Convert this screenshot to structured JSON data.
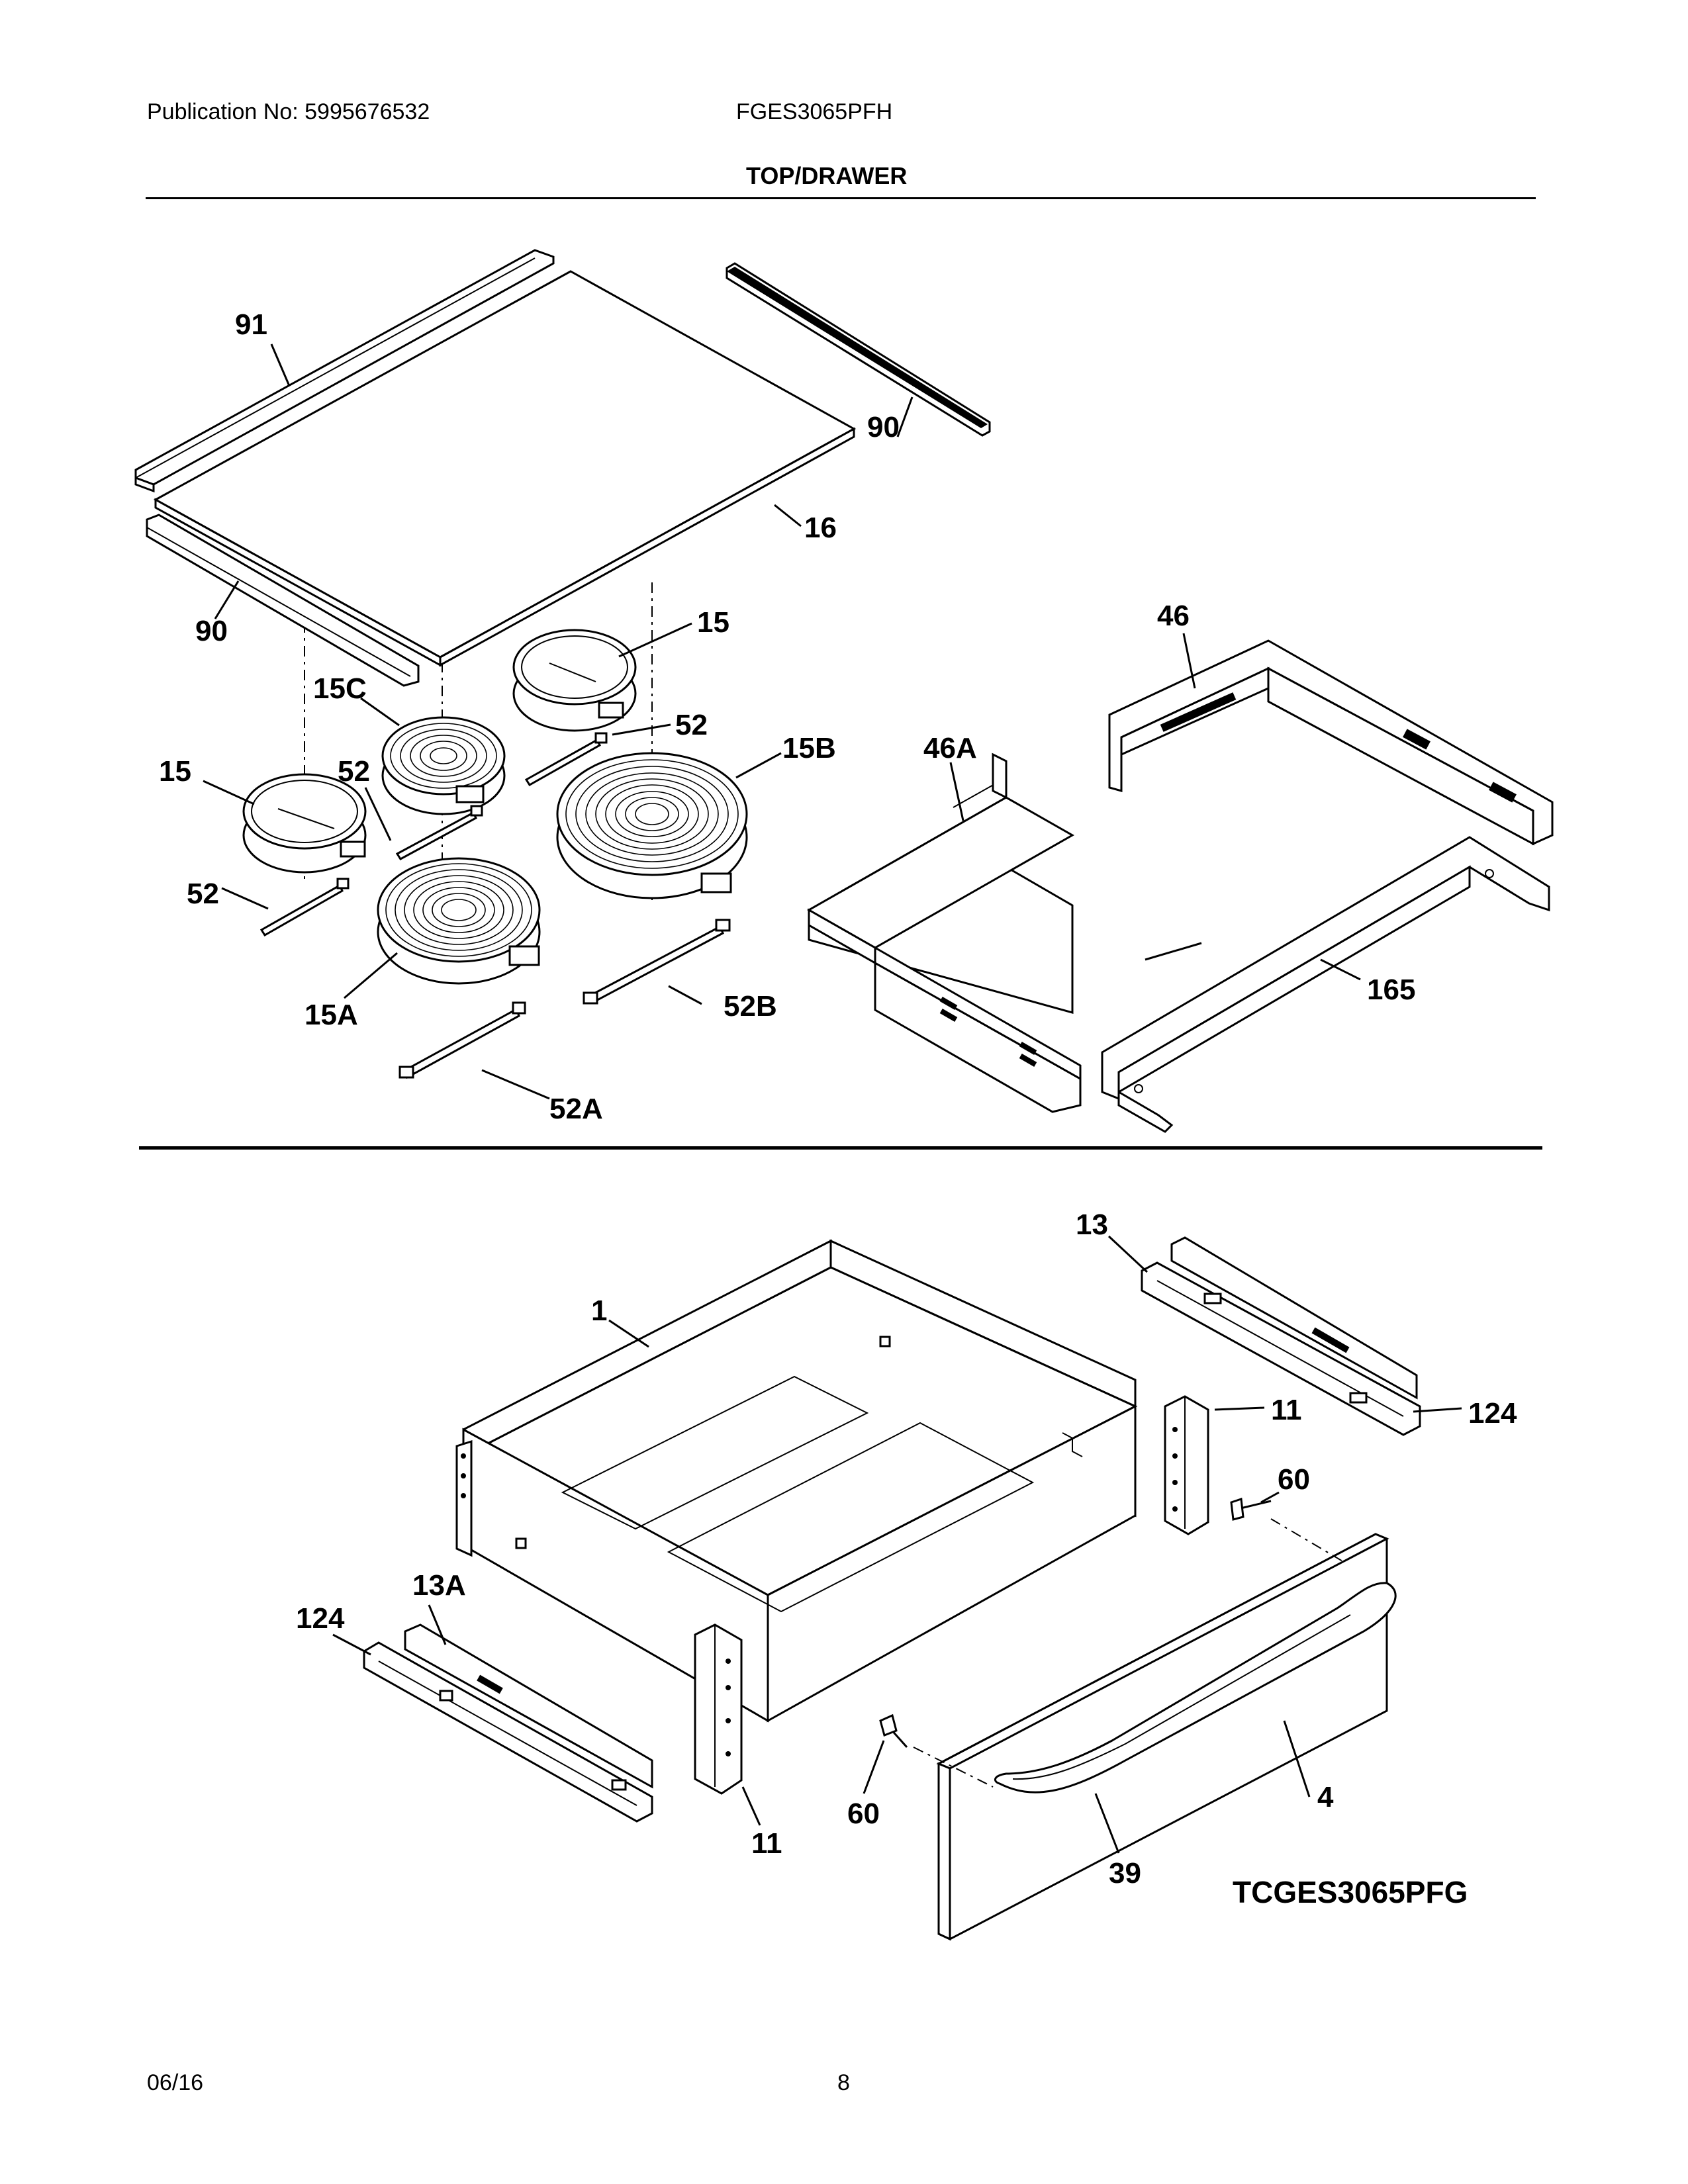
{
  "header": {
    "publication": "Publication No: 5995676532",
    "model": "FGES3065PFH",
    "section_title": "TOP/DRAWER"
  },
  "top_labels": {
    "l91": "91",
    "l90a": "90",
    "l90b": "90",
    "l16": "16",
    "l15a": "15",
    "l15b": "15",
    "l15c": "15C",
    "l15B": "15B",
    "l15A": "15A",
    "l52a": "52",
    "l52b": "52",
    "l52c": "52",
    "l52B": "52B",
    "l52A": "52A",
    "l46": "46",
    "l46A": "46A",
    "l165": "165"
  },
  "bottom_labels": {
    "l1": "1",
    "l13": "13",
    "l13A": "13A",
    "l11a": "11",
    "l11b": "11",
    "l124a": "124",
    "l124b": "124",
    "l60a": "60",
    "l60b": "60",
    "l4": "4",
    "l39": "39",
    "drawing_code": "TCGES3065PFG"
  },
  "footer": {
    "date": "06/16",
    "page": "8"
  }
}
